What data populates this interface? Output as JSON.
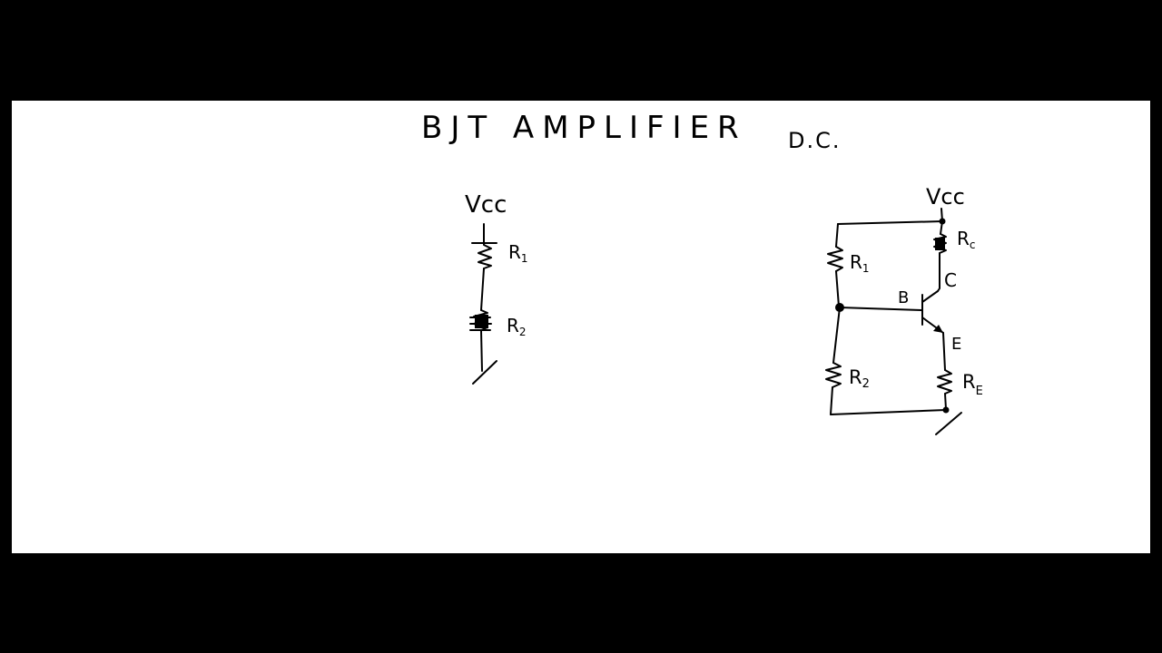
{
  "title": "BJT AMPLIFIER",
  "section_label": "D.C.",
  "colors": {
    "background": "#000000",
    "board": "#ffffff",
    "ink": "#000000"
  },
  "divider_circuit": {
    "supply": "Vcc",
    "r1": {
      "letter": "R",
      "sub": "1"
    },
    "r2": {
      "letter": "R",
      "sub": "2"
    }
  },
  "amplifier_circuit": {
    "supply": "Vcc",
    "r1": {
      "letter": "R",
      "sub": "1"
    },
    "r2": {
      "letter": "R",
      "sub": "2"
    },
    "rc": {
      "letter": "R",
      "sub": "c"
    },
    "re": {
      "letter": "R",
      "sub": "E"
    },
    "base": "B",
    "collector": "C",
    "emitter": "E"
  }
}
